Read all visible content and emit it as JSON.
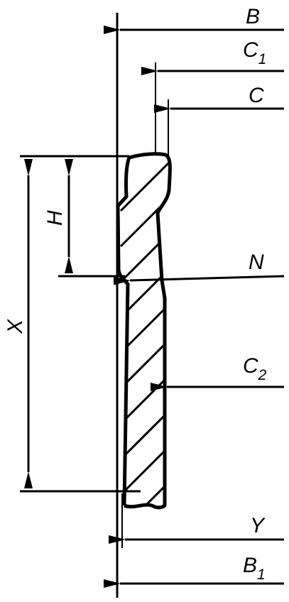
{
  "labels": {
    "B": "B",
    "C1_main": "C",
    "C1_sub": "1",
    "C": "C",
    "N": "N",
    "C2_main": "C",
    "C2_sub": "2",
    "Y": "Y",
    "B1_main": "B",
    "B1_sub": "1",
    "H": "H",
    "X": "X"
  }
}
